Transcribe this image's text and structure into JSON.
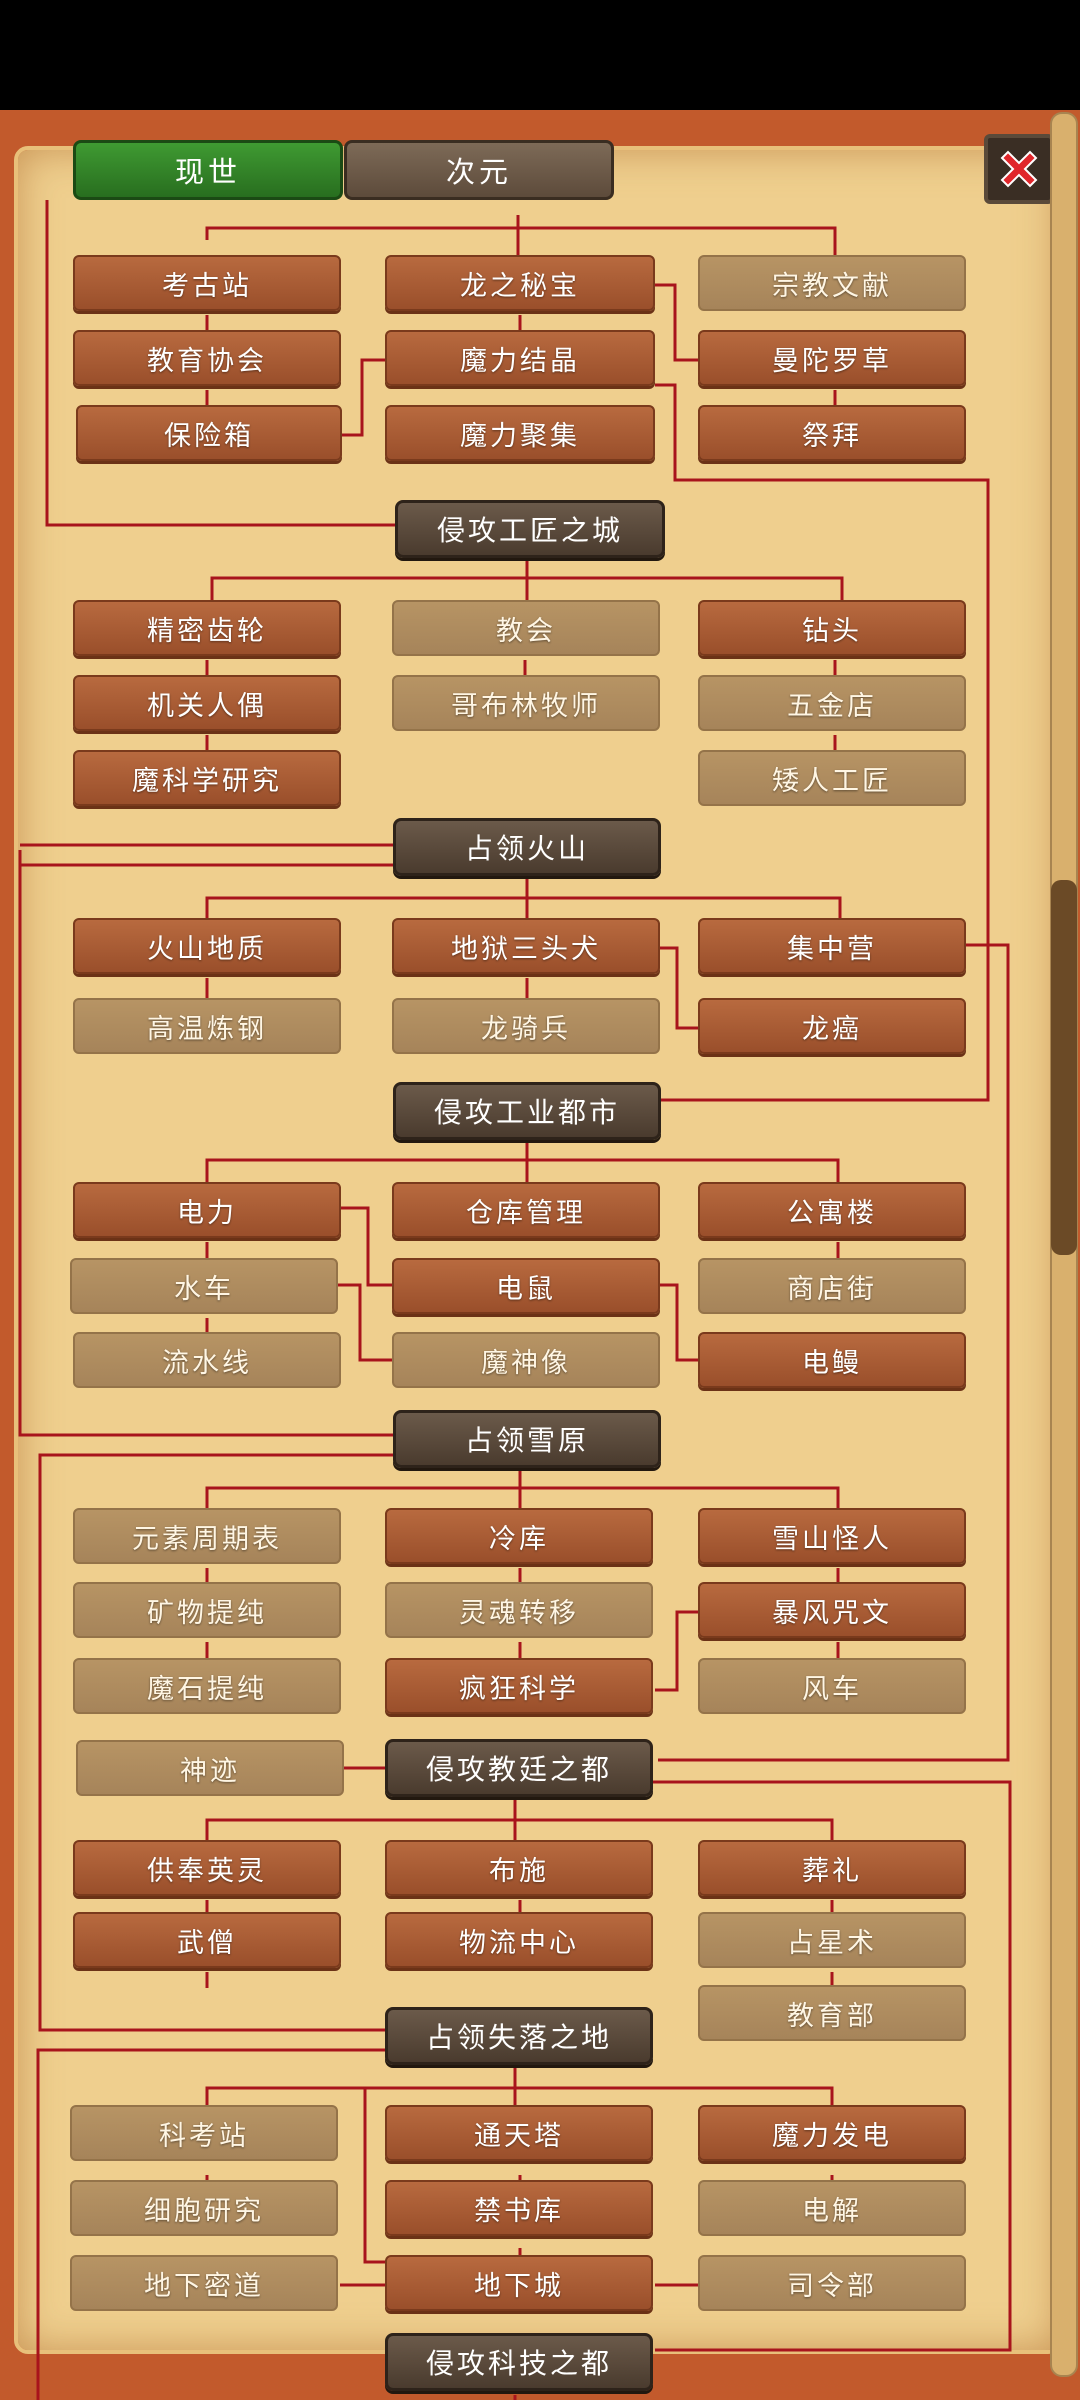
{
  "tabs": {
    "current": "现世",
    "dimension": "次元"
  },
  "close_icon": "close-x-icon",
  "colors": {
    "unlocked": "#a75a32",
    "locked": "#aa895d",
    "line": "#a8141c",
    "tab_active": "#2f7f26"
  },
  "stages": {
    "s1": "侵攻工匠之城",
    "s2": "占领火山",
    "s3": "侵攻工业都市",
    "s4": "占领雪原",
    "s5": "侵攻教廷之都",
    "s6": "占领失落之地",
    "s7": "侵攻科技之都"
  },
  "nodes": {
    "n01": "考古站",
    "n02": "龙之秘宝",
    "n03": "宗教文献",
    "n04": "教育协会",
    "n05": "魔力结晶",
    "n06": "曼陀罗草",
    "n07": "保险箱",
    "n08": "魔力聚集",
    "n09": "祭拜",
    "n10": "精密齿轮",
    "n11": "教会",
    "n12": "钻头",
    "n13": "机关人偶",
    "n14": "哥布林牧师",
    "n15": "五金店",
    "n16": "魔科学研究",
    "n17": "矮人工匠",
    "n18": "火山地质",
    "n19": "地狱三头犬",
    "n20": "集中营",
    "n21": "高温炼钢",
    "n22": "龙骑兵",
    "n23": "龙癌",
    "n24": "电力",
    "n25": "仓库管理",
    "n26": "公寓楼",
    "n27": "水车",
    "n28": "电鼠",
    "n29": "商店街",
    "n30": "流水线",
    "n31": "魔神像",
    "n32": "电鳗",
    "n33": "元素周期表",
    "n34": "冷库",
    "n35": "雪山怪人",
    "n36": "矿物提纯",
    "n37": "灵魂转移",
    "n38": "暴风咒文",
    "n39": "魔石提纯",
    "n40": "疯狂科学",
    "n41": "风车",
    "n42": "神迹",
    "n43": "供奉英灵",
    "n44": "布施",
    "n45": "葬礼",
    "n46": "武僧",
    "n47": "物流中心",
    "n48": "占星术",
    "n49": "教育部",
    "n50": "科考站",
    "n51": "通天塔",
    "n52": "魔力发电",
    "n53": "细胞研究",
    "n54": "禁书库",
    "n55": "电解",
    "n56": "地下密道",
    "n57": "地下城",
    "n58": "司令部"
  }
}
